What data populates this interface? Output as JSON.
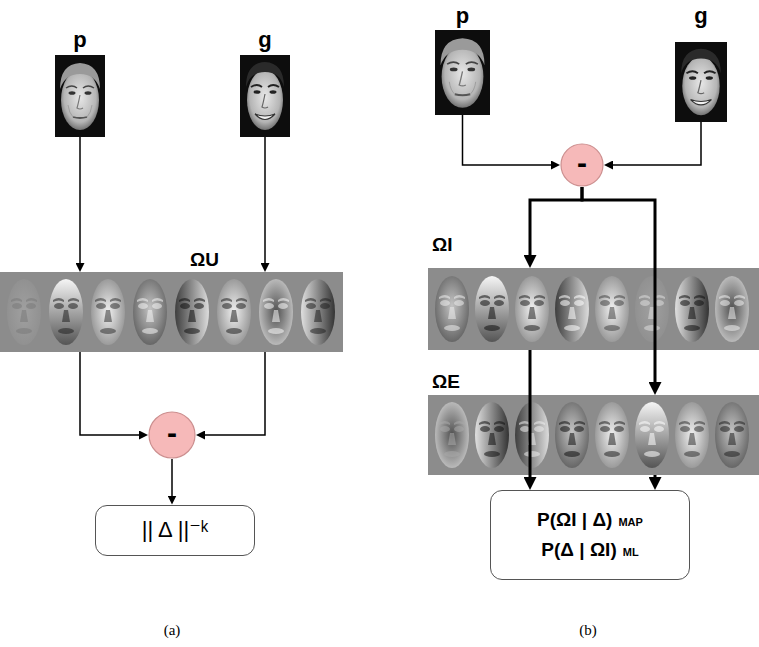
{
  "diagram": {
    "nodes": [
      {
        "text": [
          "p"
        ]
      },
      {
        "text": [
          "g"
        ]
      },
      {
        "text": [
          "ΩU"
        ]
      },
      {
        "text": [
          "-"
        ]
      },
      {
        "text": [
          "|| Δ ||⁻ᵏ"
        ]
      },
      {
        "text": [
          "p"
        ]
      },
      {
        "text": [
          "g"
        ]
      },
      {
        "text": [
          "-"
        ]
      },
      {
        "text": [
          "ΩI"
        ]
      },
      {
        "text": [
          "ΩE"
        ]
      },
      {
        "text": [
          "P(ΩI | Δ)",
          "MAP",
          "P(Δ | ΩI)",
          "ML"
        ]
      }
    ],
    "edges": [
      {
        "from": 0,
        "to": 2,
        "arrow": "to"
      },
      {
        "from": 1,
        "to": 2,
        "arrow": "to"
      },
      {
        "from": 2,
        "to": 3,
        "arrow": "to"
      },
      {
        "from": 2,
        "to": 3,
        "arrow": "to"
      },
      {
        "from": 3,
        "to": 4,
        "arrow": "to"
      },
      {
        "from": 5,
        "to": 7,
        "arrow": "to"
      },
      {
        "from": 6,
        "to": 7,
        "arrow": "to"
      },
      {
        "from": 7,
        "to": 8,
        "arrow": "to"
      },
      {
        "from": 7,
        "to": 9,
        "arrow": "to"
      },
      {
        "from": 8,
        "to": 10,
        "arrow": "to"
      },
      {
        "from": 9,
        "to": 10,
        "arrow": "to"
      }
    ],
    "labels": [
      "(a)",
      "(b)"
    ]
  }
}
